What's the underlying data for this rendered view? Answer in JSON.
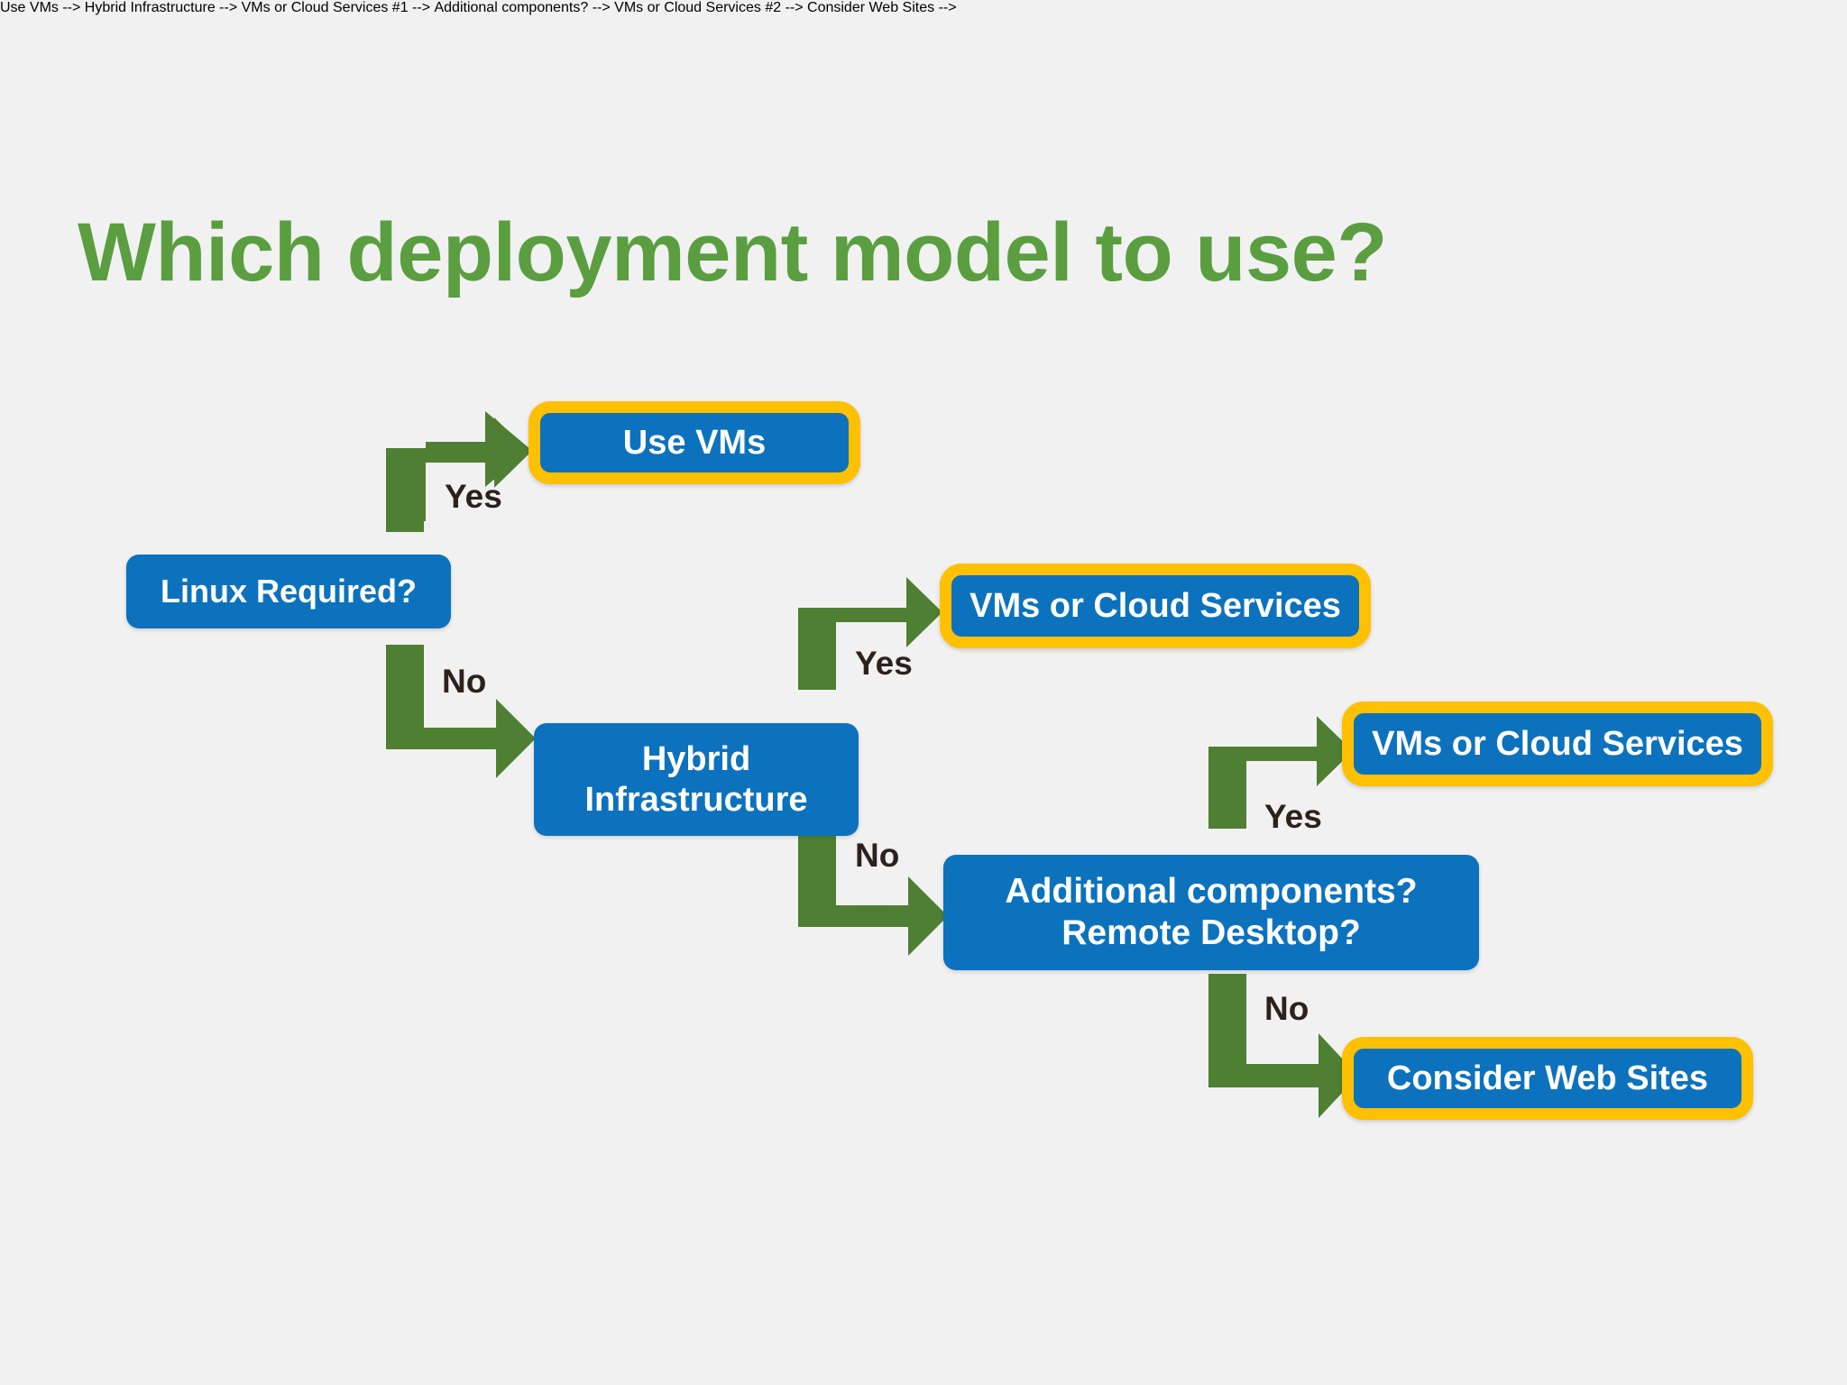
{
  "slide": {
    "title": "Which deployment model to use?",
    "background_color": "#f1f1f2",
    "title_color": "#5a9e40"
  },
  "theme": {
    "node_fill": "#0c72bd",
    "node_text_color": "#ffffff",
    "highlight_border": "#ffc000",
    "arrow_color": "#4e7f32",
    "label_color": "#2d211b"
  },
  "chart_data": {
    "type": "diagram",
    "diagram_kind": "decision-flowchart",
    "title": "Which deployment model to use?",
    "nodes": [
      {
        "id": "linux-required",
        "label": "Linux Required?",
        "kind": "decision",
        "highlighted": false
      },
      {
        "id": "use-vms",
        "label": "Use VMs",
        "kind": "outcome",
        "highlighted": true
      },
      {
        "id": "hybrid-infrastructure",
        "label": "Hybrid Infrastructure",
        "kind": "decision",
        "highlighted": false
      },
      {
        "id": "vms-or-cloud-1",
        "label": "VMs or Cloud Services",
        "kind": "outcome",
        "highlighted": true
      },
      {
        "id": "additional-components",
        "label": "Additional components? Remote Desktop?",
        "kind": "decision",
        "highlighted": false
      },
      {
        "id": "vms-or-cloud-2",
        "label": "VMs or Cloud Services",
        "kind": "outcome",
        "highlighted": true
      },
      {
        "id": "consider-web-sites",
        "label": "Consider Web Sites",
        "kind": "outcome",
        "highlighted": true
      }
    ],
    "edges": [
      {
        "from": "linux-required",
        "to": "use-vms",
        "label": "Yes",
        "direction": "up-right"
      },
      {
        "from": "linux-required",
        "to": "hybrid-infrastructure",
        "label": "No",
        "direction": "down-right"
      },
      {
        "from": "hybrid-infrastructure",
        "to": "vms-or-cloud-1",
        "label": "Yes",
        "direction": "up-right"
      },
      {
        "from": "hybrid-infrastructure",
        "to": "additional-components",
        "label": "No",
        "direction": "down-right"
      },
      {
        "from": "additional-components",
        "to": "vms-or-cloud-2",
        "label": "Yes",
        "direction": "up-right"
      },
      {
        "from": "additional-components",
        "to": "consider-web-sites",
        "label": "No",
        "direction": "down-right"
      }
    ]
  },
  "nodes": {
    "linux_required": {
      "label": "Linux Required?"
    },
    "use_vms": {
      "label": "Use VMs"
    },
    "hybrid_infrastructure": {
      "line1": "Hybrid",
      "line2": "Infrastructure"
    },
    "vms_or_cloud_1": {
      "label": "VMs or Cloud Services"
    },
    "additional_components": {
      "line1": "Additional components?",
      "line2": "Remote Desktop?"
    },
    "vms_or_cloud_2": {
      "label": "VMs or Cloud Services"
    },
    "consider_web_sites": {
      "label": "Consider Web Sites"
    }
  },
  "labels": {
    "yes_1": "Yes",
    "no_1": "No",
    "yes_2": "Yes",
    "no_2": "No",
    "yes_3": "Yes",
    "no_3": "No"
  }
}
